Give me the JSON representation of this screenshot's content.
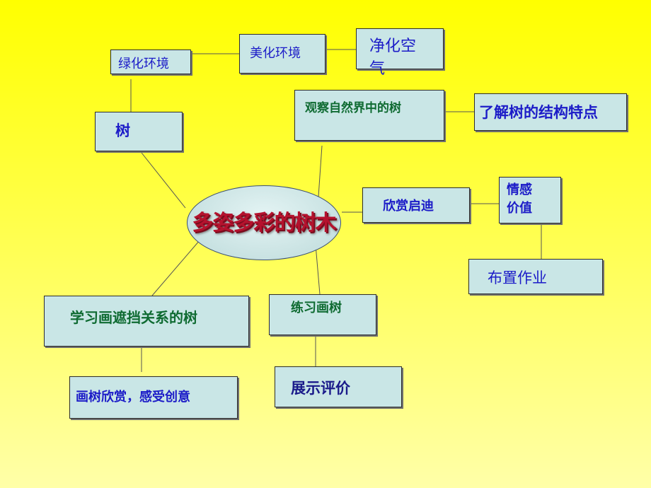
{
  "center": {
    "title": "多姿多彩的树木"
  },
  "nodes": {
    "tree": "树",
    "greening": "绿化环境",
    "beautify": "美化环境",
    "purify_air": "净化空气",
    "observe": "观察自然界中的树",
    "structure": "了解树的结构特点",
    "appreciate": "欣赏启迪",
    "emotion_line1": "情感",
    "emotion_line2": "价值",
    "homework": "布置作业",
    "occlusion": "学习画遮挡关系的树",
    "practice": "练习画树",
    "appreciate_works": "画树欣赏，感受创意",
    "display": "展示评价"
  },
  "colors": {
    "background_top": "#ffff00",
    "background_bottom": "#ffffa8",
    "box_fill": "#c9e6e6",
    "text_blue": "#1c1cc8",
    "text_green": "#0f6b32",
    "title_red": "#b5122e"
  }
}
